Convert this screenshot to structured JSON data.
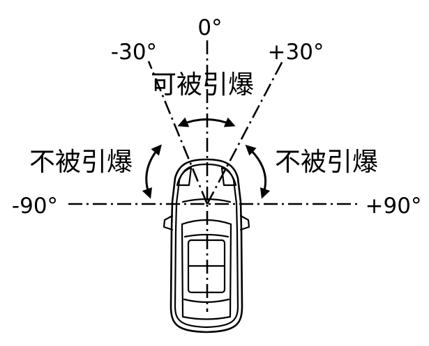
{
  "diagram": {
    "angles": {
      "top": "0°",
      "minus30": "-30°",
      "plus30": "+30°",
      "minus90": "-90°",
      "plus90": "+90°"
    },
    "zones": {
      "front": "可被引爆",
      "left": "不被引爆",
      "right": "不被引爆"
    },
    "colors": {
      "line": "#000000",
      "background": "#ffffff"
    }
  }
}
